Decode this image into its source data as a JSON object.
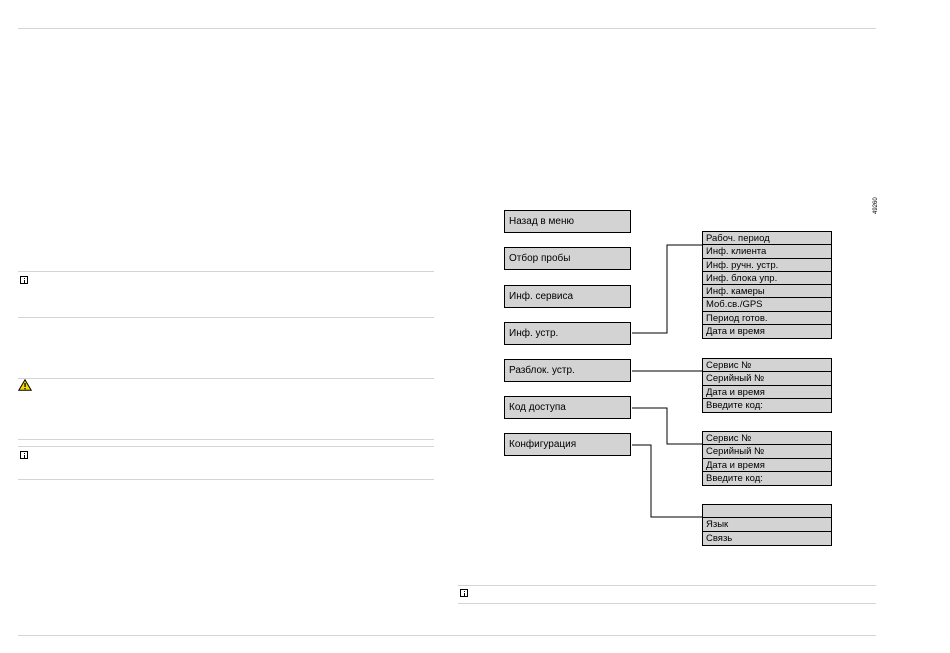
{
  "figure_code": "49260",
  "menu": {
    "items": [
      {
        "label": "Назад в меню"
      },
      {
        "label": "Отбор пробы"
      },
      {
        "label": "Инф. сервиса"
      },
      {
        "label": "Инф. устр."
      },
      {
        "label": "Разблок. устр."
      },
      {
        "label": "Код доступа"
      },
      {
        "label": "Конфигурация"
      }
    ]
  },
  "submenus": {
    "device_info": [
      "Рабоч. период",
      "Инф. клиента",
      "Инф. ручн. устр.",
      "Инф. блока упр.",
      "Инф. камеры",
      "Моб.св./GPS",
      "Период готов.",
      "Дата и время"
    ],
    "unlock": [
      "Сервис №",
      "Серийный №",
      "Дата и время",
      "Введите код:"
    ],
    "access_code": [
      "Сервис №",
      "Серийный №",
      "Дата и время",
      "Введите код:"
    ],
    "configuration": [
      "",
      "Язык",
      "Связь"
    ]
  },
  "colors": {
    "box_fill": "#d3d3d3",
    "rule": "#d4d4d4",
    "warning": "#f5d800"
  }
}
